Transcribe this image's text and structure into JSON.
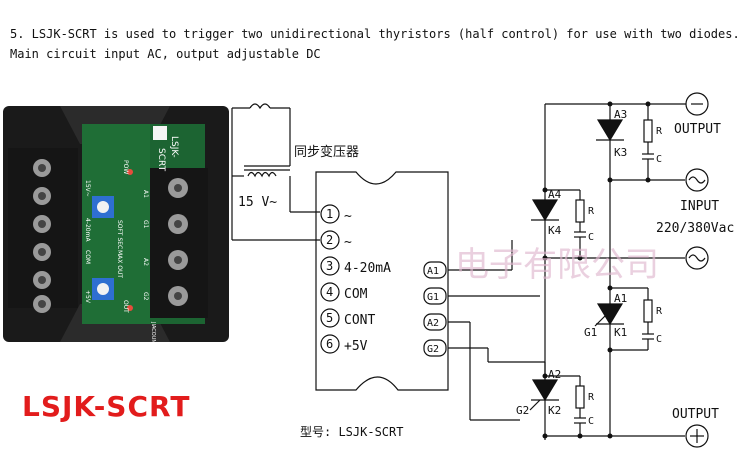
{
  "caption": "5. LSJK-SCRT is used to trigger two unidirectional thyristors (half control) for use with two diodes. Main circuit input AC, output adjustable DC",
  "photo": {
    "model_label": "LSJK-SCRT",
    "board_text": [
      "LSJK-",
      "SCRT"
    ],
    "marks": {
      "pow": "POW",
      "out": "OUT",
      "soft_sec": "SOFT SEC",
      "max_out": "MAX OUT",
      "range": "4-20mA",
      "com": "COM",
      "plus5v": "+5V",
      "v15": "15V~",
      "pins_right": [
        "A1",
        "G1",
        "A2",
        "G2"
      ],
      "brand": "JIACOUNT"
    }
  },
  "schematic": {
    "transformer_label": "同步变压器",
    "transformer_voltage": "15 V~",
    "pins_left": [
      {
        "num": "1",
        "label": "~"
      },
      {
        "num": "2",
        "label": "~"
      },
      {
        "num": "3",
        "label": "4-20mA"
      },
      {
        "num": "4",
        "label": "COM"
      },
      {
        "num": "5",
        "label": "CONT"
      },
      {
        "num": "6",
        "label": "+5V"
      }
    ],
    "pins_right": [
      "A1",
      "G1",
      "A2",
      "G2"
    ],
    "model_caption": "型号: LSJK-SCRT",
    "components": {
      "a3": "A3",
      "k3": "K3",
      "a4": "A4",
      "k4": "K4",
      "a1": "A1",
      "k1": "K1",
      "g1": "G1",
      "a2": "A2",
      "k2": "K2",
      "g2": "G2",
      "r": "R",
      "c": "C"
    },
    "output_top": "OUTPUT",
    "input_label": "INPUT",
    "input_voltage": "220/380Vac",
    "output_bottom": "OUTPUT",
    "watermark": "电子有限公司"
  },
  "colors": {
    "model_label": "#e21c1c",
    "pcb": "#1f6e36",
    "terminal": "#111111"
  }
}
